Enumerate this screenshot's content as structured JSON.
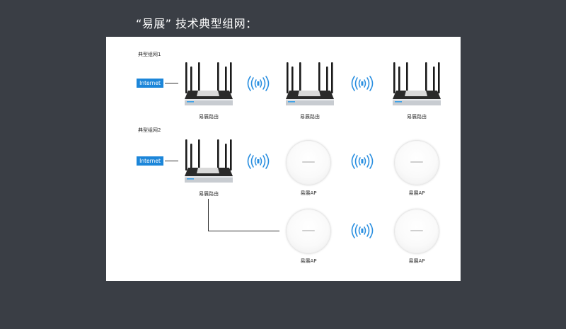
{
  "header": {
    "title": "“易展” 技术典型组网："
  },
  "sections": [
    {
      "label": "典型组网1"
    },
    {
      "label": "典型组网2"
    }
  ],
  "internet_label": "Internet",
  "topology1": {
    "devices": [
      {
        "caption": "易展路由"
      },
      {
        "caption": "易展路由"
      },
      {
        "caption": "易展路由"
      }
    ]
  },
  "topology2": {
    "router": {
      "caption": "易展路由"
    },
    "aps": [
      {
        "caption": "易展AP"
      },
      {
        "caption": "易展AP"
      },
      {
        "caption": "易展AP"
      },
      {
        "caption": "易展AP"
      }
    ]
  },
  "colors": {
    "background": "#3a3e45",
    "panel": "#ffffff",
    "internet_badge": "#1c86d9",
    "wifi_signal": "#2a8fe0"
  },
  "icons": [
    "router-icon",
    "ceiling-ap-icon",
    "wireless-signal-icon"
  ]
}
